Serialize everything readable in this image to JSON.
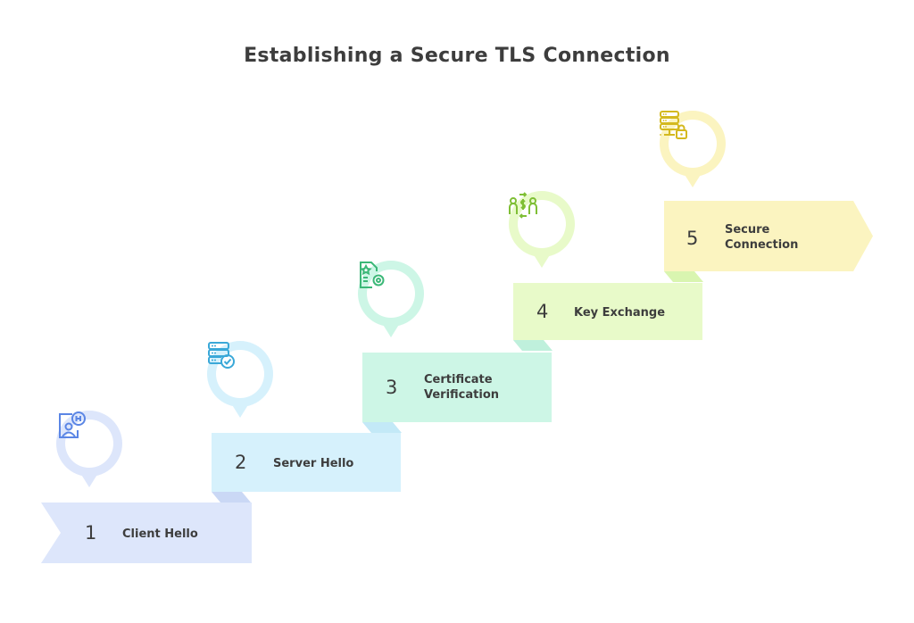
{
  "title": "Establishing a Secure TLS Connection",
  "steps": [
    {
      "number": "1",
      "label": "Client Hello",
      "icon": "client-hi-chat-icon",
      "color": "#dde6fb",
      "accent": "#5b86e5"
    },
    {
      "number": "2",
      "label": "Server Hello",
      "icon": "server-check-icon",
      "color": "#d6f1fc",
      "accent": "#3aa8d8"
    },
    {
      "number": "3",
      "label": "Certificate Verification",
      "icon": "certificate-gear-icon",
      "color": "#cdf6e6",
      "accent": "#3cb878"
    },
    {
      "number": "4",
      "label": "Key Exchange",
      "icon": "people-exchange-icon",
      "color": "#e8fac9",
      "accent": "#7fbf35"
    },
    {
      "number": "5",
      "label": "Secure Connection",
      "icon": "server-lock-icon",
      "color": "#fbf4c0",
      "accent": "#d4b91f"
    }
  ]
}
